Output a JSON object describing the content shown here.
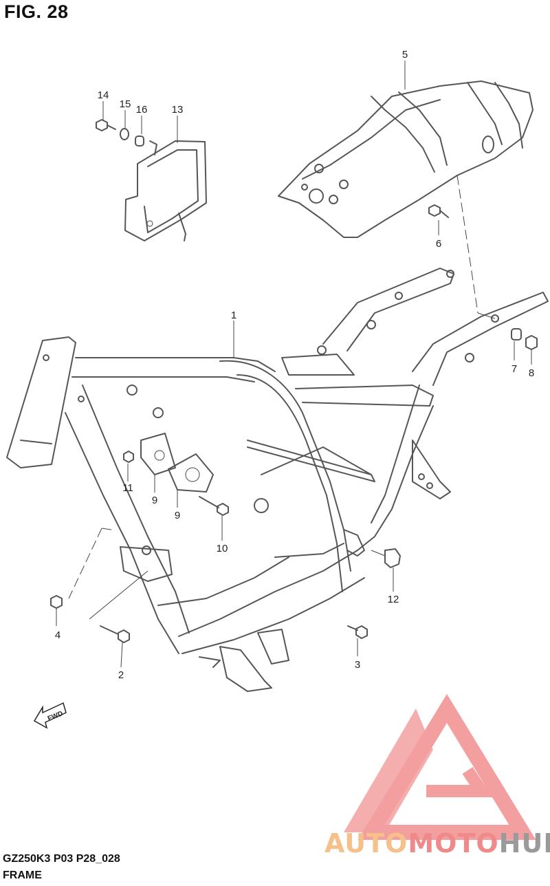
{
  "figure": {
    "title": "FIG. 28"
  },
  "callouts": [
    "1",
    "2",
    "3",
    "4",
    "5",
    "6",
    "7",
    "8",
    "9",
    "9",
    "10",
    "11",
    "12",
    "13",
    "14",
    "15",
    "16"
  ],
  "fwd_label": "FWD",
  "footer": {
    "model_code": "GZ250K3 P03 P28_028",
    "section_name": "FRAME"
  },
  "watermark": {
    "part1": "AUTO",
    "part2": "MOTO",
    "part3": "HUB",
    "colors": {
      "auto": "#f5c08a",
      "moto": "#ef8a8a",
      "hub": "#9a9a9a",
      "logo": "#f08080"
    }
  }
}
